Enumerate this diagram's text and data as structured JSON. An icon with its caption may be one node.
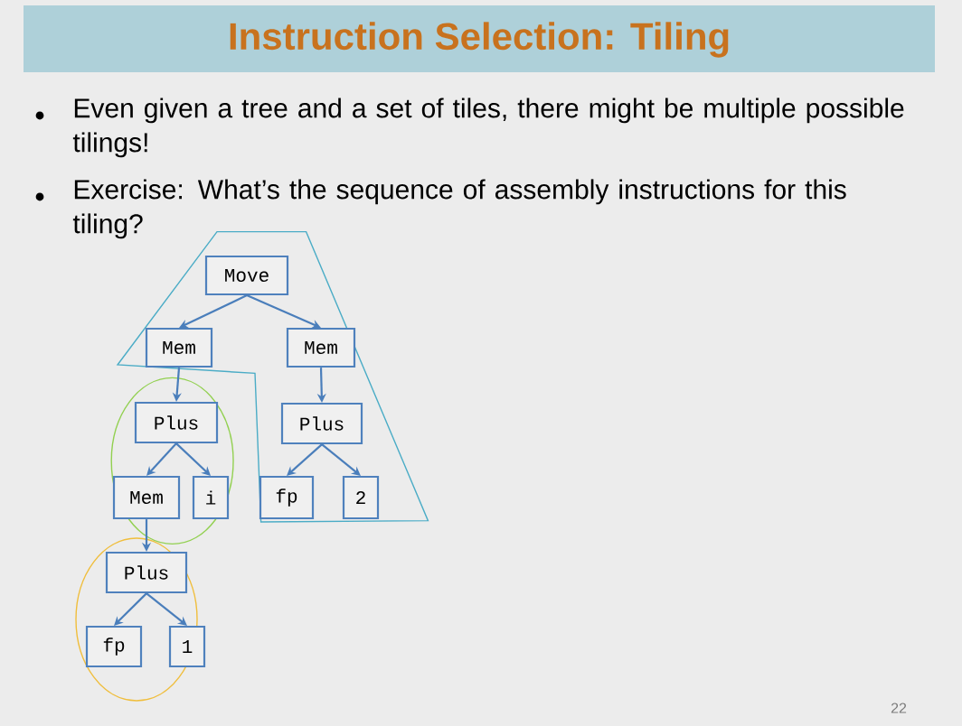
{
  "diagram": {
    "title": "Instruction Selection: Tiling",
    "nodes": [
      {
        "text": [
          "Move"
        ]
      },
      {
        "text": [
          "Mem"
        ]
      },
      {
        "text": [
          "Mem"
        ]
      },
      {
        "text": [
          "Plus"
        ]
      },
      {
        "text": [
          "Plus"
        ]
      },
      {
        "text": [
          "Mem"
        ]
      },
      {
        "text": [
          "i"
        ]
      },
      {
        "text": [
          "fp"
        ]
      },
      {
        "text": [
          "2"
        ]
      },
      {
        "text": [
          "Plus"
        ]
      },
      {
        "text": [
          "fp"
        ]
      },
      {
        "text": [
          "1"
        ]
      }
    ],
    "edges": [
      {
        "from": 0,
        "to": 1,
        "arrow": "to"
      },
      {
        "from": 0,
        "to": 2,
        "arrow": "to"
      },
      {
        "from": 1,
        "to": 3,
        "arrow": "to"
      },
      {
        "from": 2,
        "to": 4,
        "arrow": "to"
      },
      {
        "from": 3,
        "to": 5,
        "arrow": "to"
      },
      {
        "from": 3,
        "to": 6,
        "arrow": "to"
      },
      {
        "from": 4,
        "to": 7,
        "arrow": "to"
      },
      {
        "from": 4,
        "to": 8,
        "arrow": "to"
      },
      {
        "from": 5,
        "to": 9,
        "arrow": "to"
      },
      {
        "from": 9,
        "to": 10,
        "arrow": "to"
      },
      {
        "from": 9,
        "to": 11,
        "arrow": "to"
      }
    ],
    "labels": [
      "Even given a tree and a set of tiles, there might be multiple possible tilings!",
      "Exercise: What’s the sequence of assembly instructions for this tiling?",
      "22"
    ]
  }
}
